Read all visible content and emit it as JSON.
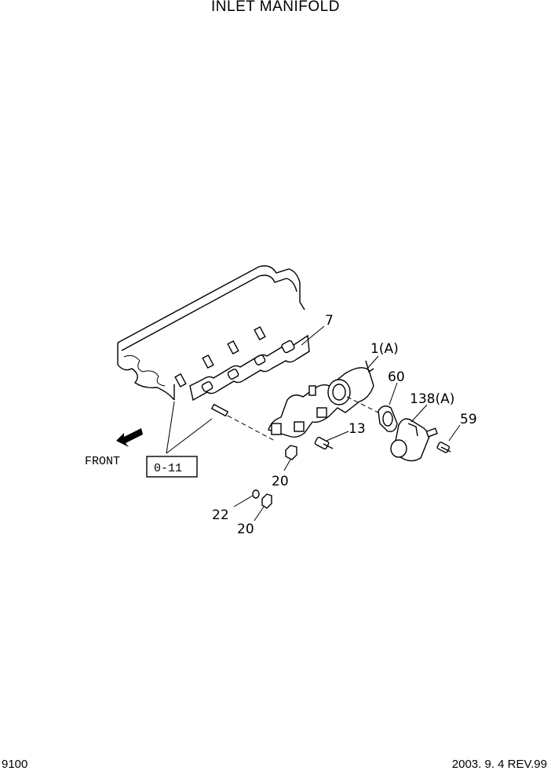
{
  "header": {
    "title": "INLET MANIFOLD"
  },
  "footer": {
    "page_number": "9100",
    "revision": "2003. 9. 4 REV.99"
  },
  "diagram": {
    "front_label": "FRONT",
    "reference_box": "0-11",
    "callouts": {
      "gasket": "7",
      "manifold": "1(A)",
      "flange_gasket": "60",
      "pipe": "138(A)",
      "pipe_bolt": "59",
      "bolt": "13",
      "nut_upper": "20",
      "washer": "22",
      "nut_lower": "20"
    }
  }
}
